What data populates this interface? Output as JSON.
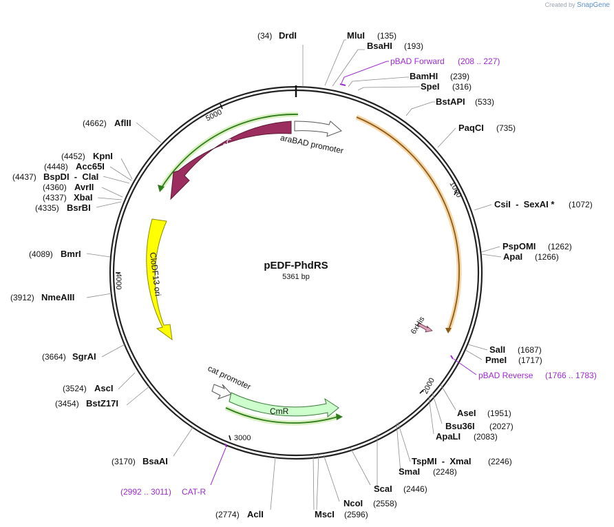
{
  "credit": {
    "prefix": "Created by",
    "brand": "SnapGene"
  },
  "plasmid": {
    "name": "pEDF-PhdRS",
    "length_label": "5361 bp",
    "length": 5361
  },
  "tick_labels": [
    "1000",
    "2000",
    "3000",
    "4000",
    "5000"
  ],
  "sites": [
    {
      "name": "DrdI",
      "pos": "(34)",
      "side": "left"
    },
    {
      "name": "MluI",
      "pos": "(135)",
      "side": "right"
    },
    {
      "name": "BsaHI",
      "pos": "(193)",
      "side": "right"
    },
    {
      "name": "BamHI",
      "pos": "(239)",
      "side": "right"
    },
    {
      "name": "SpeI",
      "pos": "(316)",
      "side": "right"
    },
    {
      "name": "BstAPI",
      "pos": "(533)",
      "side": "right"
    },
    {
      "name": "PaqCI",
      "pos": "(735)",
      "side": "right"
    },
    {
      "name": "CsiI  -  SexAI *",
      "pos": "(1072)",
      "side": "right"
    },
    {
      "name": "PspOMI",
      "pos": "(1262)",
      "side": "right"
    },
    {
      "name": "ApaI",
      "pos": "(1266)",
      "side": "right"
    },
    {
      "name": "SalI",
      "pos": "(1687)",
      "side": "right"
    },
    {
      "name": "PmeI",
      "pos": "(1717)",
      "side": "right"
    },
    {
      "name": "AseI",
      "pos": "(1951)",
      "side": "right"
    },
    {
      "name": "Bsu36I",
      "pos": "(2027)",
      "side": "right"
    },
    {
      "name": "ApaLI",
      "pos": "(2083)",
      "side": "right"
    },
    {
      "name": "TspMI  -  XmaI",
      "pos": "(2246)",
      "side": "right"
    },
    {
      "name": "SmaI",
      "pos": "(2248)",
      "side": "right"
    },
    {
      "name": "ScaI",
      "pos": "(2446)",
      "side": "right"
    },
    {
      "name": "NcoI",
      "pos": "(2558)",
      "side": "right"
    },
    {
      "name": "MscI",
      "pos": "(2596)",
      "side": "right"
    },
    {
      "name": "AclI",
      "pos": "(2774)",
      "side": "left"
    },
    {
      "name": "BsaAI",
      "pos": "(3170)",
      "side": "left"
    },
    {
      "name": "BstZ17I",
      "pos": "(3454)",
      "side": "left"
    },
    {
      "name": "AscI",
      "pos": "(3524)",
      "side": "left"
    },
    {
      "name": "SgrAI",
      "pos": "(3664)",
      "side": "left"
    },
    {
      "name": "NmeAIII",
      "pos": "(3912)",
      "side": "left"
    },
    {
      "name": "BmrI",
      "pos": "(4089)",
      "side": "left"
    },
    {
      "name": "BsrBI",
      "pos": "(4335)",
      "side": "left"
    },
    {
      "name": "XbaI",
      "pos": "(4337)",
      "side": "left"
    },
    {
      "name": "AvrII",
      "pos": "(4360)",
      "side": "left"
    },
    {
      "name": "BspDI  -  ClaI",
      "pos": "(4437)",
      "side": "left"
    },
    {
      "name": "Acc65I",
      "pos": "(4448)",
      "side": "left"
    },
    {
      "name": "KpnI",
      "pos": "(4452)",
      "side": "left"
    },
    {
      "name": "AflII",
      "pos": "(4662)",
      "side": "left"
    }
  ],
  "primers": [
    {
      "name": "pBAD Forward",
      "range": "(208 .. 227)"
    },
    {
      "name": "pBAD Reverse",
      "range": "(1766 .. 1783)"
    },
    {
      "name": "CAT-R",
      "range": "(2992 .. 3011)"
    }
  ],
  "features": [
    {
      "name": "araC",
      "color": "#9b2d5f"
    },
    {
      "name": "araBAD promoter",
      "color": "#ffffff"
    },
    {
      "name": "CloDF13 ori",
      "color": "#ffff00"
    },
    {
      "name": "cat promoter",
      "color": "#ffffff"
    },
    {
      "name": "CmR",
      "color": "#ccffcc"
    },
    {
      "name": "6xHis",
      "color": "#d9a0b8"
    }
  ],
  "colors": {
    "orf_orange": "#e8a33d",
    "orf_green": "#6ab42d",
    "primer": "#9c2ad1",
    "backbone": "#222222"
  }
}
